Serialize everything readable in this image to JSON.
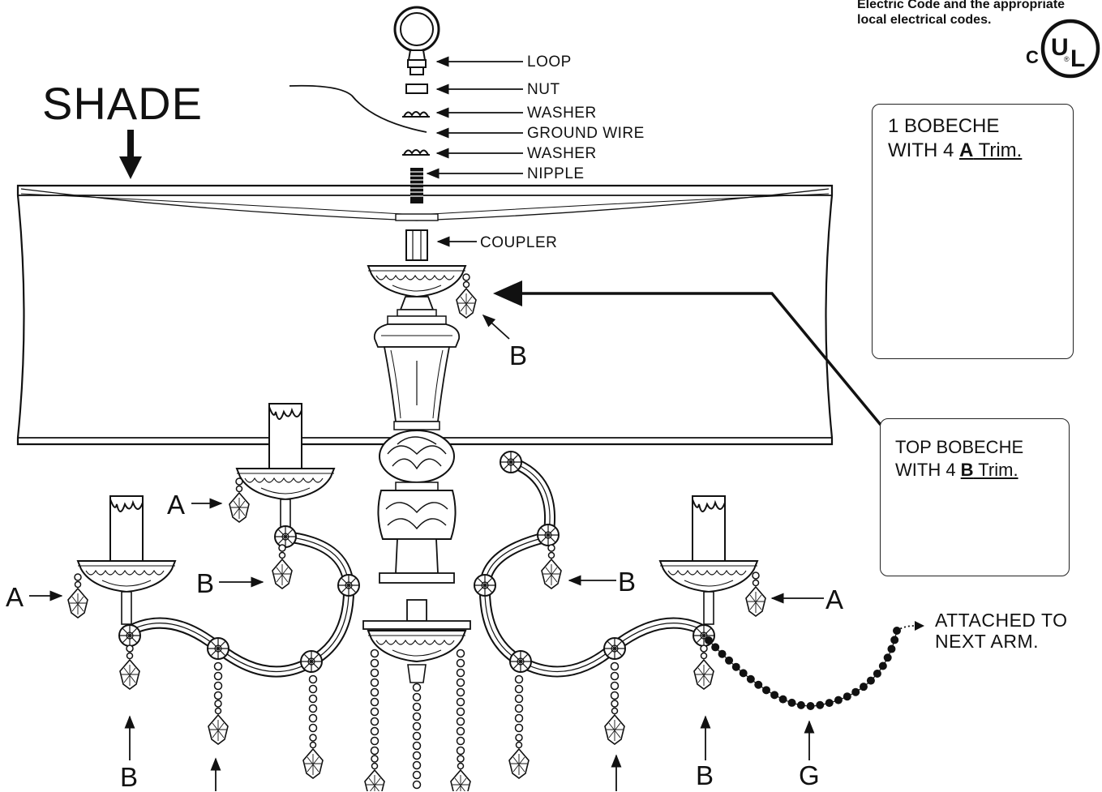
{
  "note": {
    "line1": "Electric Code and the appropriate",
    "line2": "local electrical codes."
  },
  "ul_mark": {
    "c": "C",
    "u": "U",
    "l": "L",
    "r": "®"
  },
  "shade_label": "SHADE",
  "parts": {
    "loop": "LOOP",
    "nut": "NUT",
    "washer_top": "WASHER",
    "ground_wire": "GROUND WIRE",
    "washer_bottom": "WASHER",
    "nipple": "NIPPLE",
    "coupler": "COUPLER"
  },
  "box1": {
    "line1": "1 BOBECHE",
    "line2_prefix": "WITH 4 ",
    "line2_letter": "A",
    "line2_suffix": " Trim."
  },
  "box2": {
    "line1": "TOP BOBECHE",
    "line2_prefix": "WITH 4 ",
    "line2_letter": "B",
    "line2_suffix": " Trim."
  },
  "letters": {
    "b_center": "B",
    "a_left_upper": "A",
    "a_left_lower": "A",
    "b_left_arm": "B",
    "b_right_arm": "B",
    "a_right": "A",
    "b_bottom_left": "B",
    "b_bottom_right": "B",
    "g": "G"
  },
  "attached_note": {
    "line1": "ATTACHED TO",
    "line2": "NEXT ARM."
  }
}
